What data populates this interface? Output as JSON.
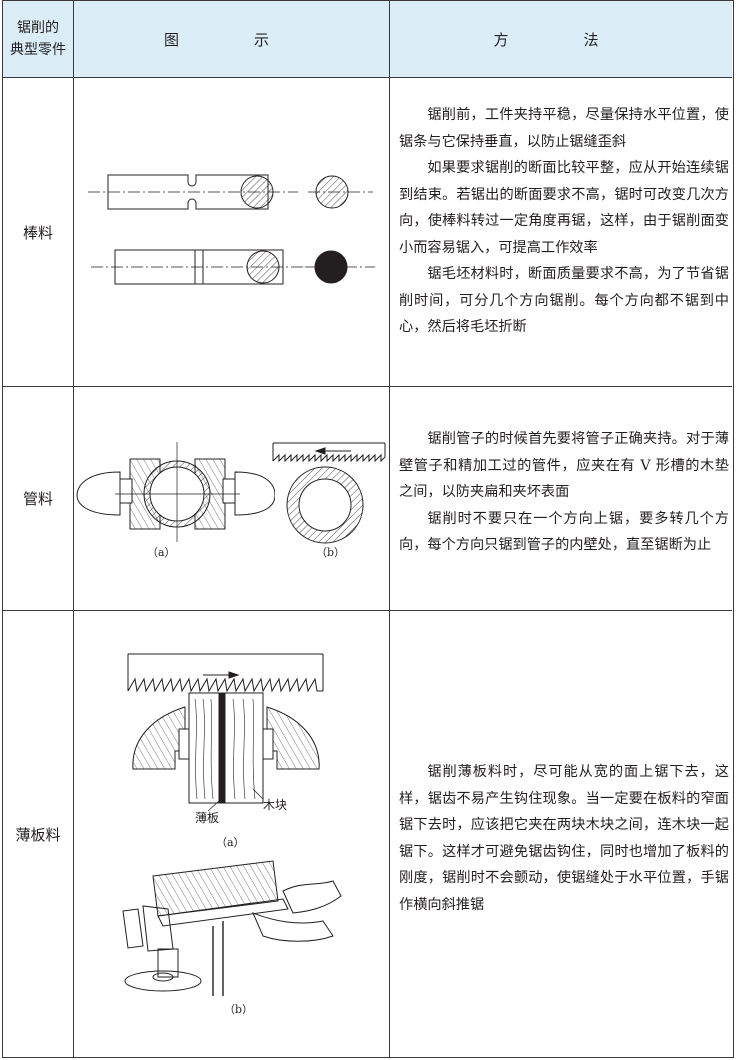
{
  "header": {
    "col1_line1": "锯削的",
    "col1_line2": "典型零件",
    "col2": "图　示",
    "col3": "方　法"
  },
  "rows": [
    {
      "label": "棒料",
      "method": [
        "锯削前，工件夹持平稳，尽量保持水平位置，使锯条与它保持垂直，以防止锯缝歪斜",
        "如果要求锯削的断面比较平整，应从开始连续锯到结束。若锯出的断面要求不高，锯时可改变几次方向，使棒料转过一定角度再锯，这样，由于锯削面变小而容易锯入，可提高工作效率",
        "锯毛坯材料时，断面质量要求不高，为了节省锯削时间，可分几个方向锯削。每个方向都不锯到中心，然后将毛坯折断"
      ]
    },
    {
      "label": "管料",
      "captions": [
        "（a）",
        "（b）"
      ],
      "method": [
        "锯削管子的时候首先要将管子正确夹持。对于薄壁管子和精加工过的管件，应夹在有 V 形槽的木垫之间，以防夹扁和夹坏表面",
        "锯削时不要只在一个方向上锯，要多转几个方向，每个方向只锯到管子的内壁处，直至锯断为止"
      ]
    },
    {
      "label": "薄板料",
      "figure_labels": {
        "thin_plate": "薄板",
        "wood_block": "木块"
      },
      "captions": [
        "（a）",
        "（b）"
      ],
      "method": [
        "锯削薄板料时，尽可能从宽的面上锯下去，这样，锯齿不易产生钩住现象。当一定要在板料的窄面锯下去时，应该把它夹在两块木块之间，连木块一起锯下。这样才可避免锯齿钩住，同时也增加了板料的刚度，锯削时不会颤动，使锯缝处于水平位置，手锯作横向斜推锯"
      ]
    }
  ]
}
